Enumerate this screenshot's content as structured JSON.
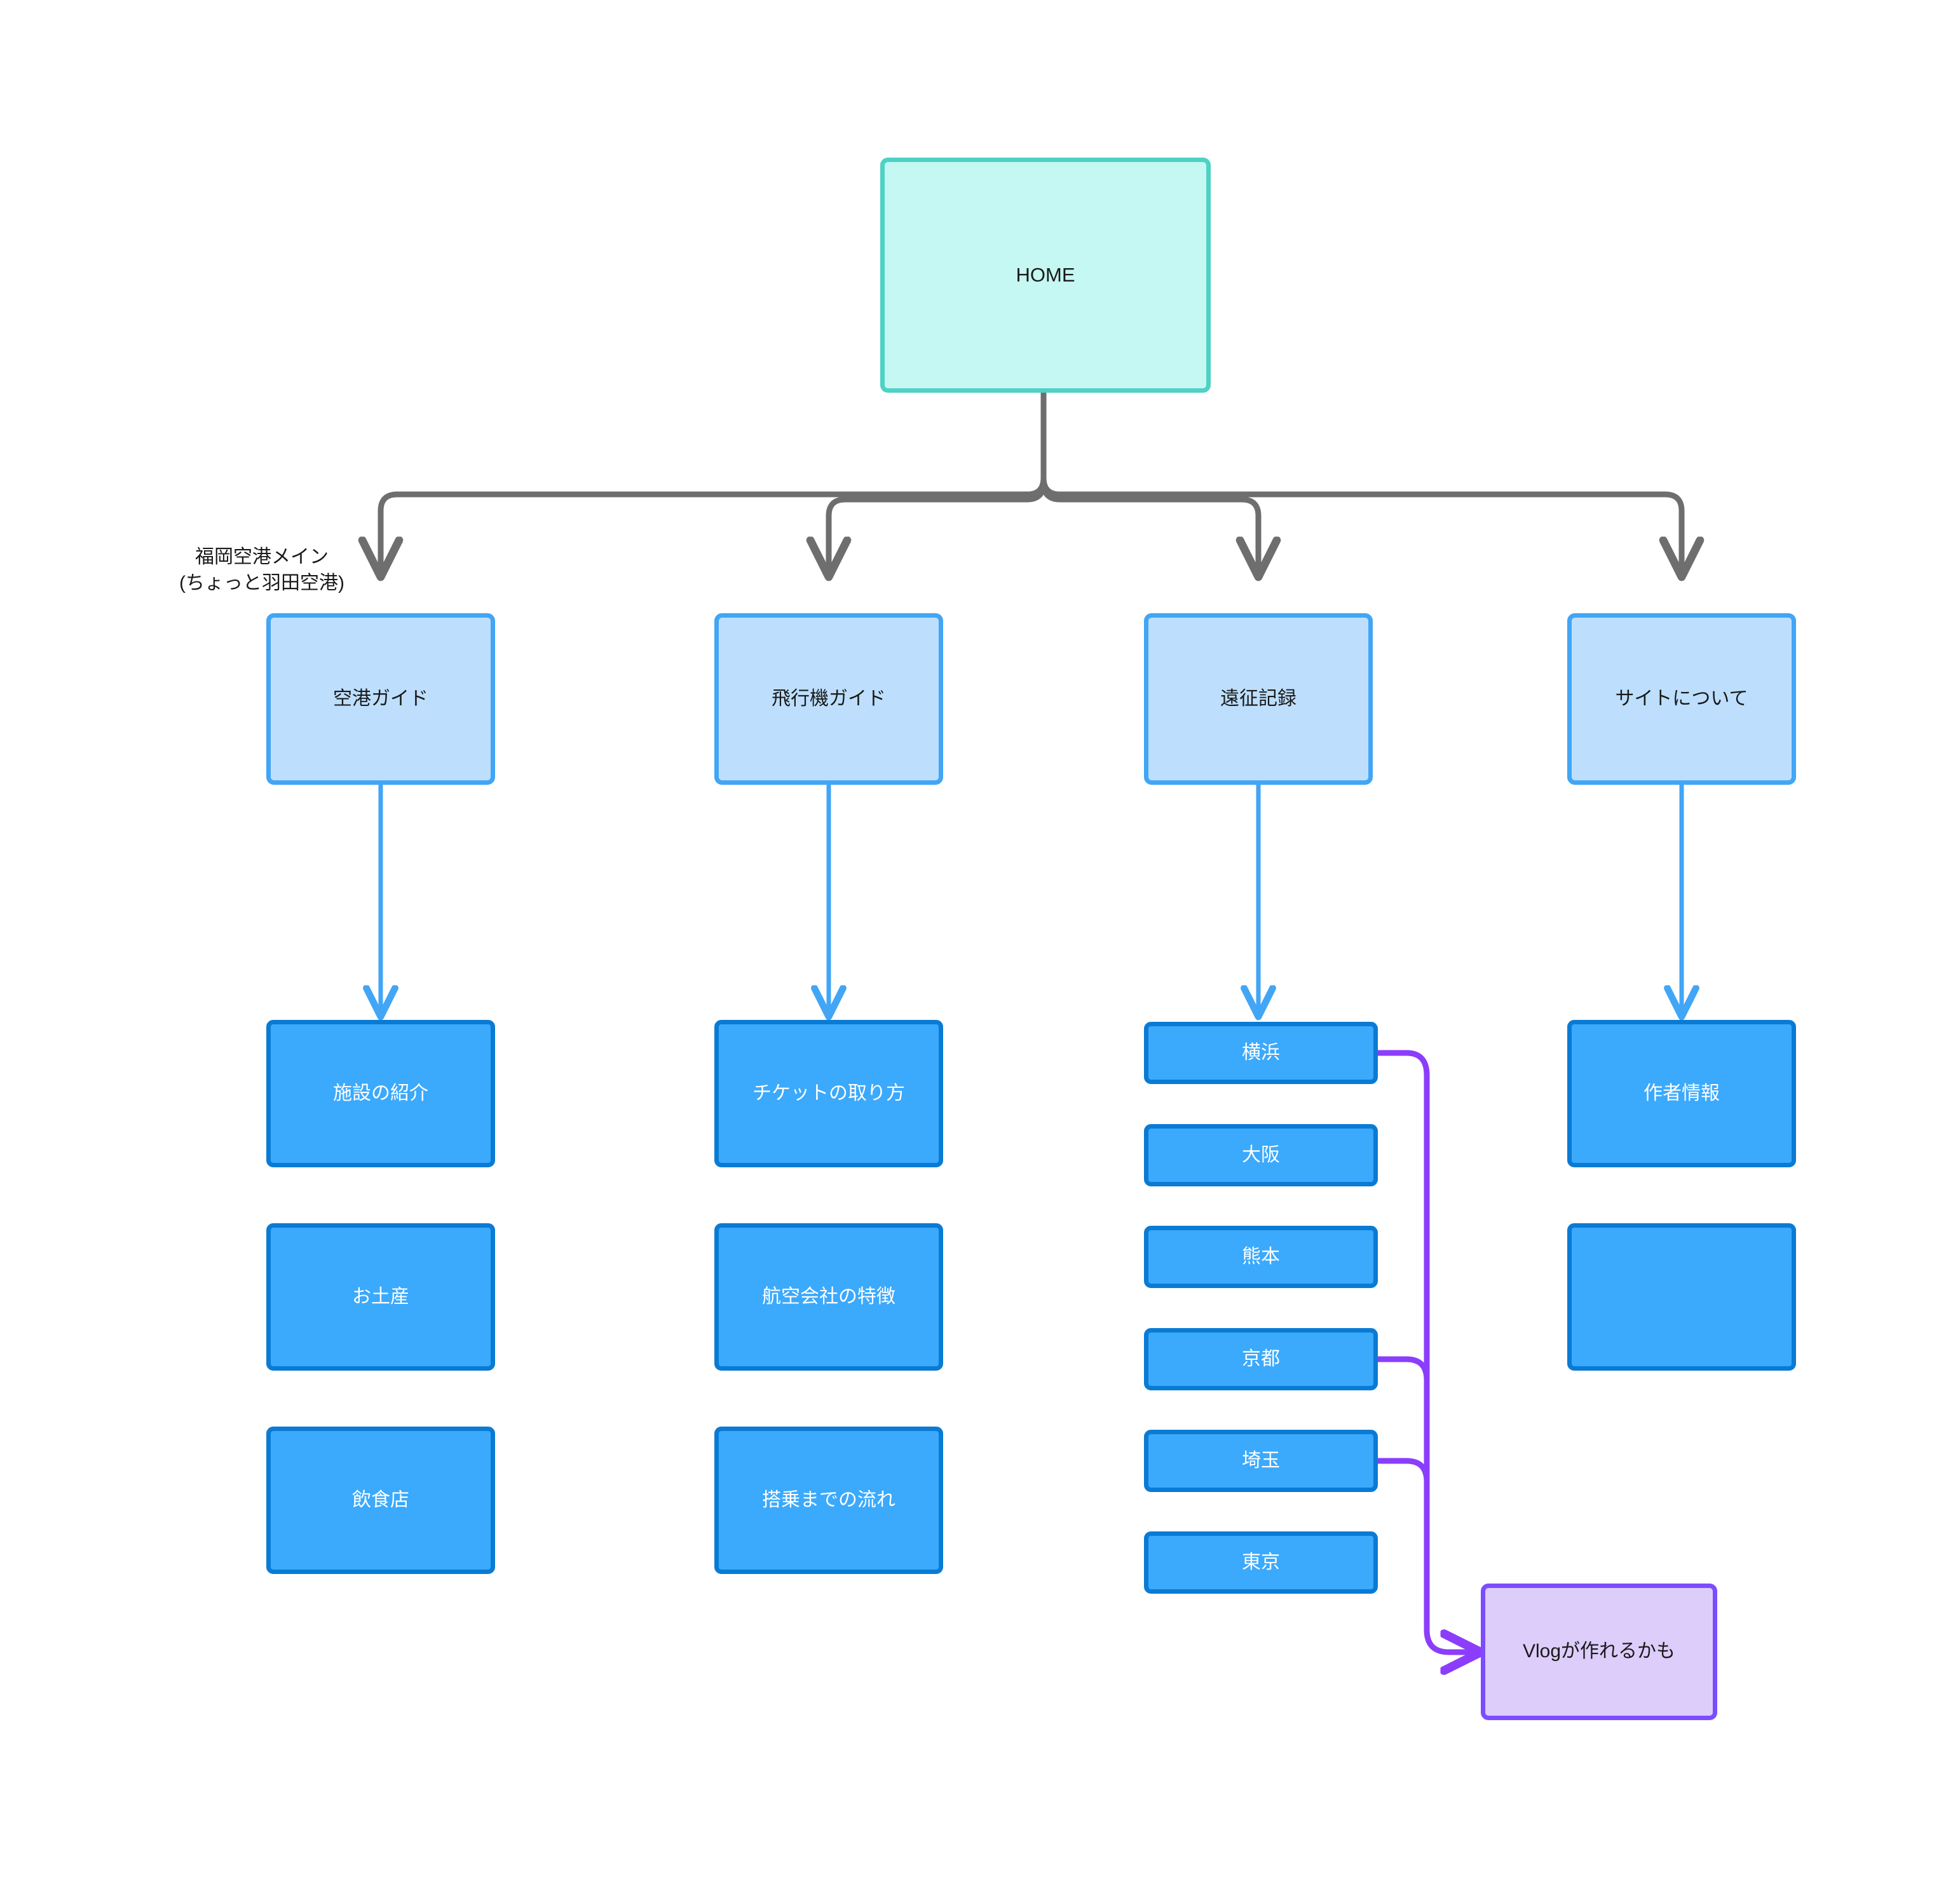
{
  "diagram": {
    "title": "HOME",
    "annotation": "福岡空港メイン\n(ちょっと羽田空港)",
    "colors": {
      "home_fill": "#c5f8f2",
      "home_border": "#4fd1c5",
      "level2_fill": "#bddffd",
      "level2_border": "#42a5f5",
      "level3_fill": "#3ba9fc",
      "level3_border": "#0a7bd4",
      "vlog_fill": "#dccdfa",
      "vlog_border": "#7c4dff",
      "root_edge": "#6e6e6e",
      "branch_edge": "#42a5f5",
      "vlog_edge": "#8b3dfb"
    },
    "root": {
      "label": "HOME"
    },
    "columns": [
      {
        "parent": "空港ガイド",
        "children": [
          "施設の紹介",
          "お土産",
          "飲食店"
        ]
      },
      {
        "parent": "飛行機ガイド",
        "children": [
          "チケットの取り方",
          "航空会社の特徴",
          "搭乗までの流れ"
        ]
      },
      {
        "parent": "遠征記録",
        "children": [
          "横浜",
          "大阪",
          "熊本",
          "京都",
          "埼玉",
          "東京"
        ]
      },
      {
        "parent": "サイトについて",
        "children": [
          "作者情報",
          ""
        ]
      }
    ],
    "vlog": {
      "label": "Vlogが作れるかも"
    }
  }
}
